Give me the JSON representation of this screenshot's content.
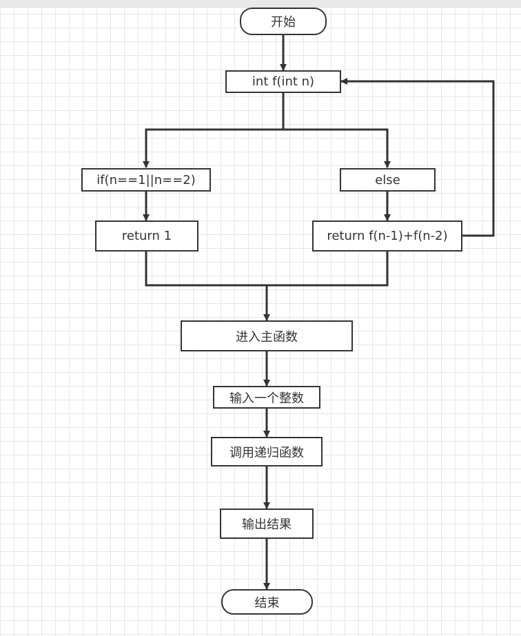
{
  "nodes": {
    "start": "开始",
    "func": "int f(int n)",
    "cond_if": "if(n==1||n==2)",
    "cond_else": "else",
    "ret1": "return 1",
    "ret_rec": "return f(n-1)+f(n-2)",
    "main": "进入主函数",
    "input": "输入一个整数",
    "call": "调用递归函数",
    "output": "输出结果",
    "end": "结束"
  },
  "colors": {
    "stroke": "#333333",
    "grid": "#e6e6e6",
    "fill": "#ffffff"
  }
}
